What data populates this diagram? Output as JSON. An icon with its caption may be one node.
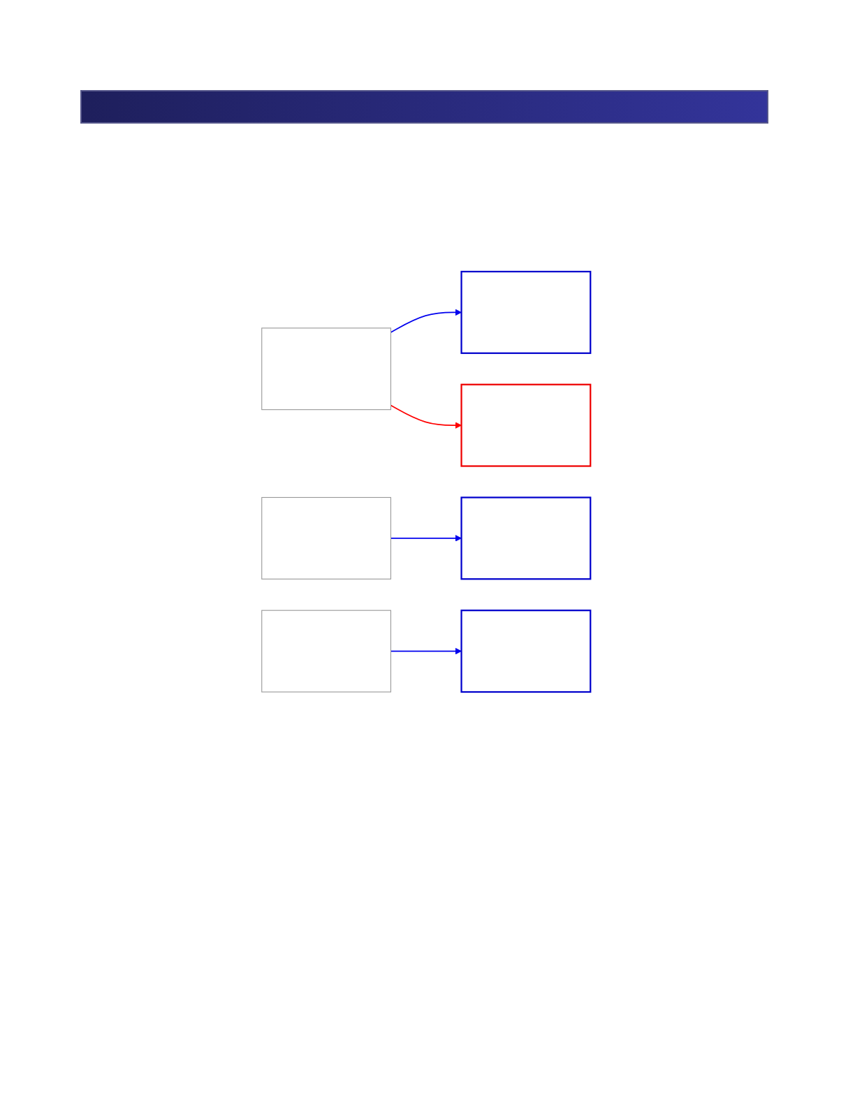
{
  "diagram": {
    "nodes": [
      {
        "text": [],
        "shape": "box"
      },
      {
        "text": [],
        "shape": "box"
      },
      {
        "text": [],
        "shape": "box"
      },
      {
        "text": [],
        "shape": "box"
      },
      {
        "text": [],
        "shape": "box"
      },
      {
        "text": [],
        "shape": "box"
      },
      {
        "text": [],
        "shape": "box"
      }
    ],
    "edges": [
      {
        "from": 0,
        "to": 1,
        "arrow": "to"
      },
      {
        "from": 0,
        "to": 2,
        "arrow": "to",
        "color": "#ff0000"
      },
      {
        "from": 3,
        "to": 4,
        "arrow": "to"
      },
      {
        "from": 5,
        "to": 6,
        "arrow": "to"
      }
    ]
  }
}
